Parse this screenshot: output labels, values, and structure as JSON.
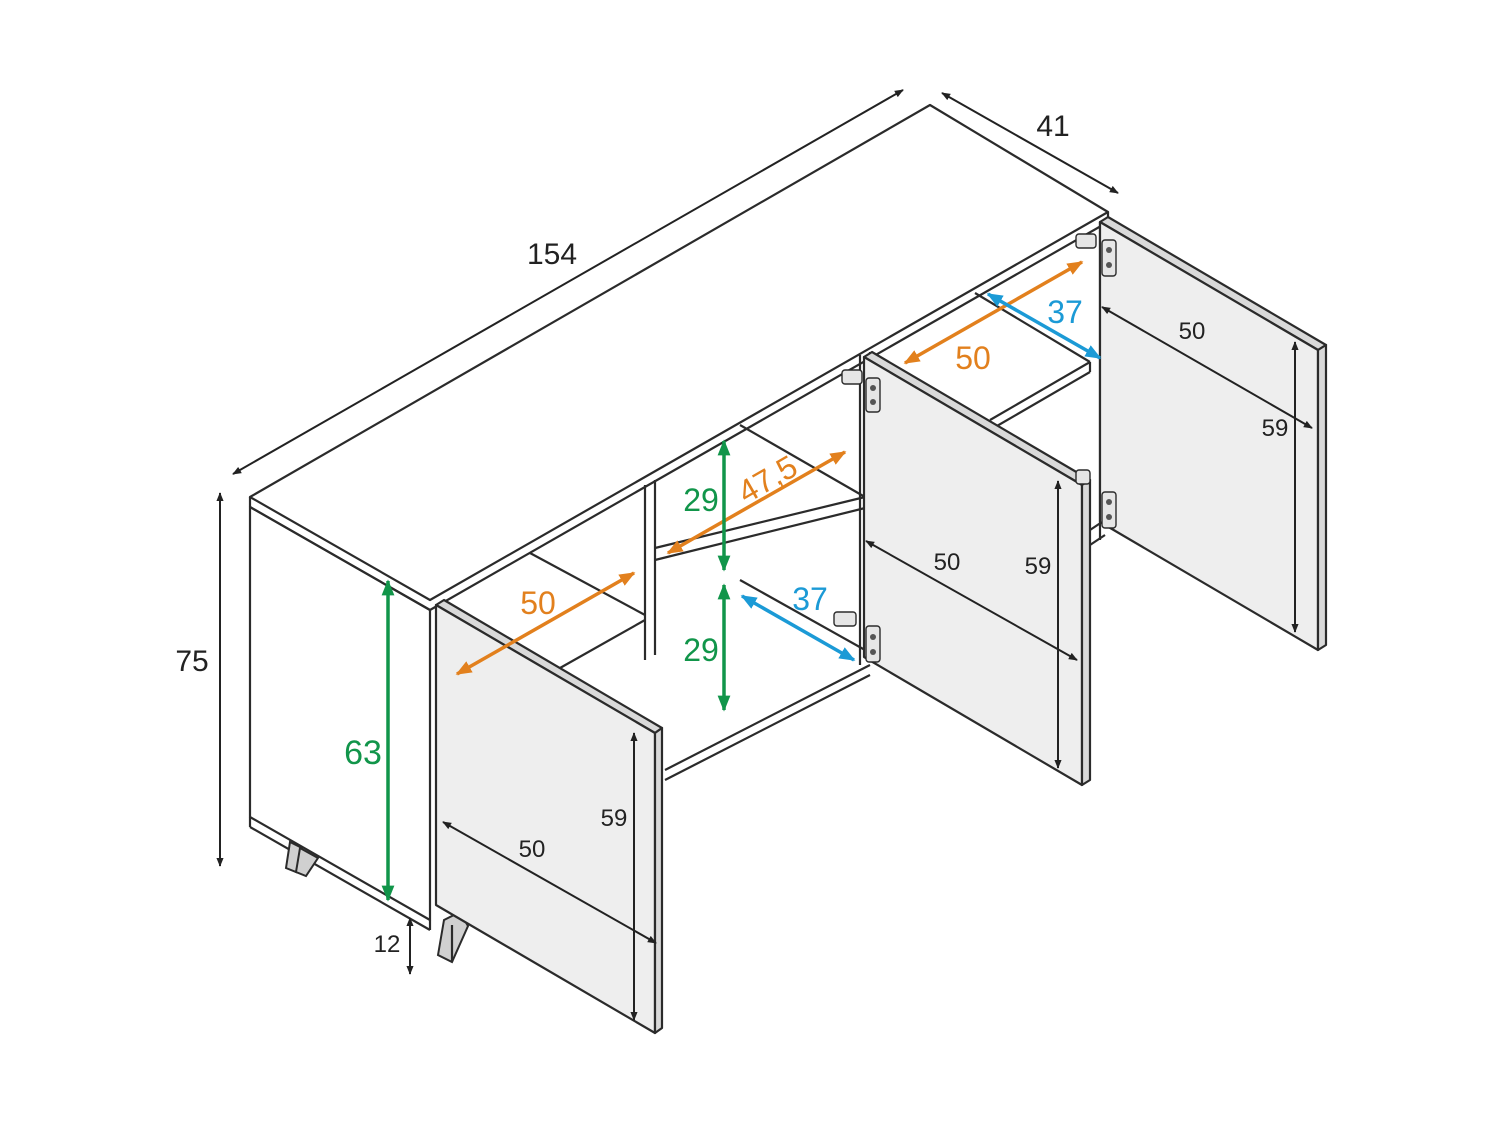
{
  "dimensions": {
    "width": "154",
    "depth": "41",
    "height": "75",
    "leg_height": "12",
    "inner_height": "63",
    "shelf_width_left": "50",
    "shelf_width_middle": "47,5",
    "shelf_width_right": "50",
    "shelf_depth_middle": "37",
    "shelf_depth_right": "37",
    "compartment_height_upper": "29",
    "compartment_height_lower": "29",
    "door_left_width": "50",
    "door_left_height": "59",
    "door_middle_width": "50",
    "door_middle_height": "59",
    "door_right_width": "50",
    "door_right_height": "59"
  },
  "colors": {
    "black": "#222222",
    "orange": "#e2801d",
    "blue": "#1b9ad6",
    "green": "#11954a"
  }
}
